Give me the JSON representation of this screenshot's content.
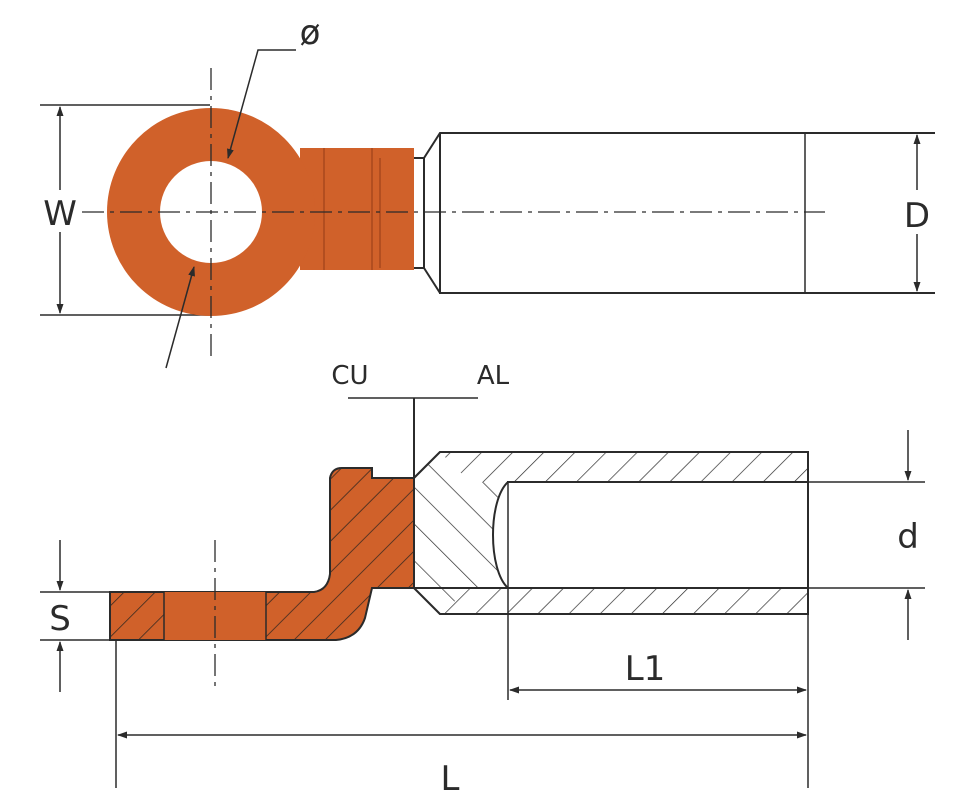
{
  "labels": {
    "diameter": "ø",
    "width": "W",
    "barrel_diameter": "D",
    "copper": "CU",
    "aluminium": "AL",
    "inner_diameter": "d",
    "thickness": "S",
    "barrel_length": "L1",
    "total_length": "L"
  },
  "colors": {
    "copper": "#d0612a",
    "line": "#2b2b2b",
    "background": "#ffffff"
  }
}
